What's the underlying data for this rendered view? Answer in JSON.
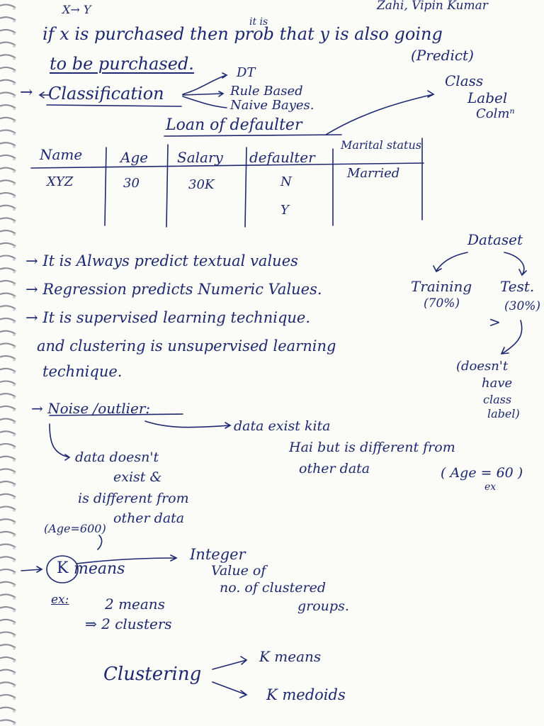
{
  "header": {
    "top_formula": "X→ Y",
    "names": "Zahi, Vipin Kumar",
    "insert_it_is": "it is",
    "line1": "if x is purchased then prob that y is also going",
    "line2": "to be purchased.",
    "predict": "(Predict)"
  },
  "classification": {
    "arrow": "→",
    "title": "Classification",
    "methods": [
      "DT",
      "Rule Based",
      "Naive Bayes."
    ],
    "class_label": [
      "Class",
      "Label",
      "Colmⁿ"
    ],
    "table_title": "Loan of defaulter",
    "table": {
      "headers": [
        "Name",
        "Age",
        "Salary",
        "defaulter",
        "Marital status"
      ],
      "rows": [
        [
          "XYZ",
          "30",
          "30K",
          "N",
          "Married"
        ],
        [
          "",
          "",
          "",
          "Y",
          ""
        ]
      ]
    }
  },
  "dataset": {
    "title": "Dataset",
    "training": "Training",
    "training_pct": "(70%)",
    "test": "Test.",
    "test_pct": "(30%)",
    "gt": ">",
    "note": [
      "(doesn't",
      "have",
      "class",
      "label)"
    ]
  },
  "points": [
    "→ It is Always predict textual values",
    "→ Regression predicts Numeric Values.",
    "→ It is supervised learning technique.",
    "and clustering is unsupervised learning",
    "technique."
  ],
  "noise": {
    "title": "→ Noise /outlier:",
    "right": [
      "data exist kita",
      "Hai but is different from",
      "other data"
    ],
    "right_example": "( Age = 60 )",
    "right_ex": "ex",
    "left": [
      "data doesn't",
      "exist &",
      "is different from",
      "other data"
    ],
    "left_example": "(Age=600)"
  },
  "kmeans": {
    "arrow": "→",
    "k": "K",
    "means": "means",
    "integer": "Integer",
    "desc": [
      "Value of",
      "no. of clustered",
      "groups."
    ],
    "ex": "ex:",
    "ex1": "2 means",
    "ex2": "⇒ 2 clusters"
  },
  "clustering": {
    "title": "Clustering",
    "types": [
      "K means",
      "K medoids"
    ]
  }
}
